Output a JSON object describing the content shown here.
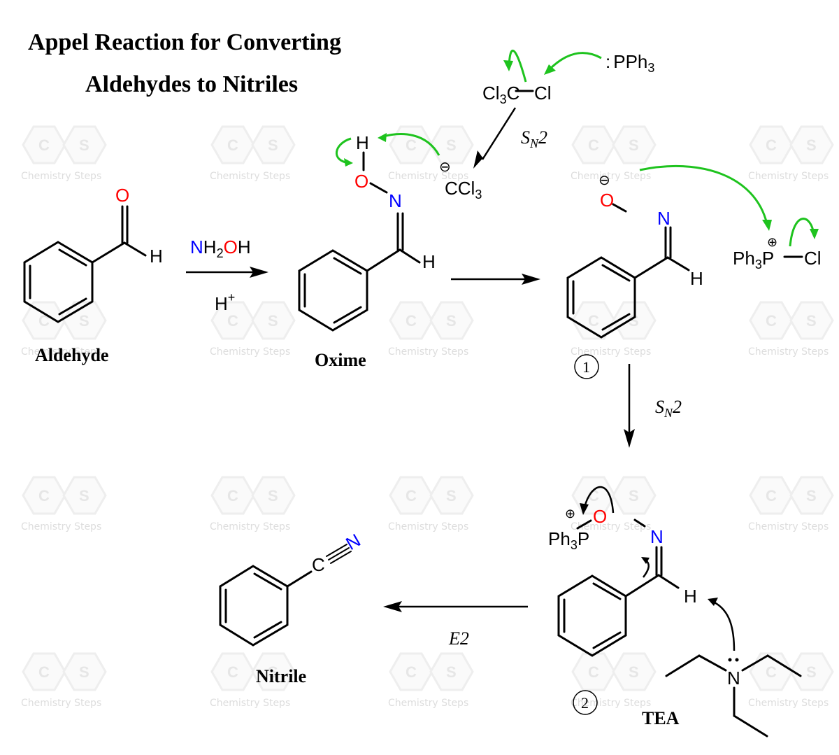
{
  "title": {
    "line1": "Appel Reaction for Converting",
    "line2": "Aldehydes to Nitriles"
  },
  "watermark": {
    "text": "Chemistry Steps",
    "letter_left": "C",
    "letter_right": "S"
  },
  "colors": {
    "oxygen": "#ff0000",
    "nitrogen": "#0000ff",
    "mechanism_arrow": "#1ec31e",
    "bond": "#000000"
  },
  "compounds": {
    "aldehyde": {
      "label": "Aldehyde",
      "O": "O",
      "H": "H"
    },
    "oxime": {
      "label": "Oxime",
      "O": "O",
      "N": "N",
      "H_top": "H",
      "H": "H"
    },
    "intermediate1": {
      "number": "1",
      "O": "O",
      "N": "N",
      "H": "H",
      "charge": "⊖"
    },
    "intermediate2": {
      "number": "2",
      "O": "O",
      "N": "N",
      "H": "H",
      "P_group": "Ph",
      "P_sub": "3",
      "P": "P",
      "charge": "⊕"
    },
    "nitrile": {
      "label": "Nitrile",
      "C": "C",
      "N": "N"
    },
    "tea": {
      "label": "TEA",
      "N": "N"
    },
    "ccl4": {
      "left": "Cl",
      "sub": "3",
      "C": "C",
      "right": "Cl"
    },
    "pph3": {
      "colon": ":",
      "text": "PPh",
      "sub": "3"
    },
    "ccl3_anion": {
      "text": "CCl",
      "sub": "3",
      "charge": "⊖"
    },
    "phosphonium": {
      "ph": "Ph",
      "sub": "3",
      "P": "P",
      "Cl": "Cl",
      "charge": "⊕"
    }
  },
  "reagents": {
    "step1_top_N": "N",
    "step1_top_H2": "H",
    "step1_top_sub": "2",
    "step1_top_O": "O",
    "step1_top_H": "H",
    "step1_bottom": "H",
    "step1_bottom_sup": "+"
  },
  "conditions": {
    "sn2_a": {
      "S": "S",
      "sub": "N",
      "num": "2"
    },
    "sn2_b": {
      "S": "S",
      "sub": "N",
      "num": "2"
    },
    "e2": "E2"
  }
}
